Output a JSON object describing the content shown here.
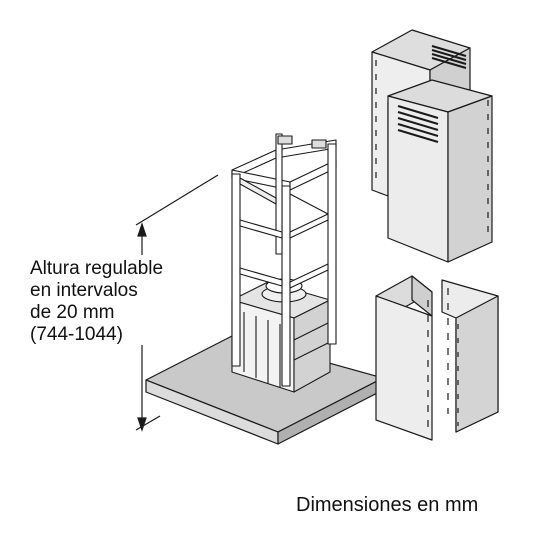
{
  "height_label": {
    "line1": "Altura regulable",
    "line2": "en intervalos",
    "line3": "de 20 mm",
    "line4": "(744-1044)"
  },
  "units_caption": "Dimensiones en mm",
  "colors": {
    "line": "#1a1a1a",
    "panel_light": "#e9e9e9",
    "panel_mid": "#d6d6d6",
    "panel_dark": "#bdbdbd",
    "background": "#ffffff"
  }
}
